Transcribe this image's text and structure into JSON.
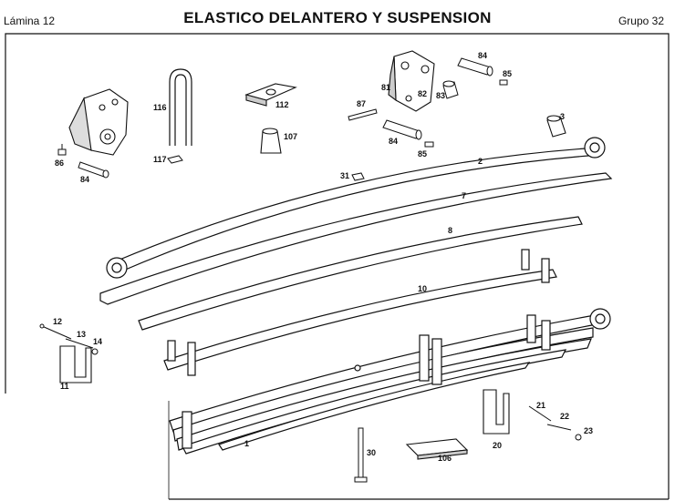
{
  "header": {
    "left": "Lámina 12",
    "title": "ELASTICO DELANTERO Y SUSPENSION",
    "right": "Grupo 32"
  },
  "parts": [
    {
      "id": "86",
      "label": "86"
    },
    {
      "id": "84a",
      "label": "84"
    },
    {
      "id": "116",
      "label": "116"
    },
    {
      "id": "117",
      "label": "117"
    },
    {
      "id": "112",
      "label": "112"
    },
    {
      "id": "107",
      "label": "107"
    },
    {
      "id": "87",
      "label": "87"
    },
    {
      "id": "31",
      "label": "31"
    },
    {
      "id": "81",
      "label": "81"
    },
    {
      "id": "82",
      "label": "82"
    },
    {
      "id": "83",
      "label": "83"
    },
    {
      "id": "84b",
      "label": "84"
    },
    {
      "id": "85a",
      "label": "85"
    },
    {
      "id": "84c",
      "label": "84"
    },
    {
      "id": "85b",
      "label": "85"
    },
    {
      "id": "3",
      "label": "3"
    },
    {
      "id": "2",
      "label": "2"
    },
    {
      "id": "7",
      "label": "7"
    },
    {
      "id": "8",
      "label": "8"
    },
    {
      "id": "10",
      "label": "10"
    },
    {
      "id": "12",
      "label": "12"
    },
    {
      "id": "13",
      "label": "13"
    },
    {
      "id": "14",
      "label": "14"
    },
    {
      "id": "11",
      "label": "11"
    },
    {
      "id": "1",
      "label": "1"
    },
    {
      "id": "30",
      "label": "30"
    },
    {
      "id": "106",
      "label": "106"
    },
    {
      "id": "20",
      "label": "20"
    },
    {
      "id": "21",
      "label": "21"
    },
    {
      "id": "22",
      "label": "22"
    },
    {
      "id": "23",
      "label": "23"
    }
  ]
}
